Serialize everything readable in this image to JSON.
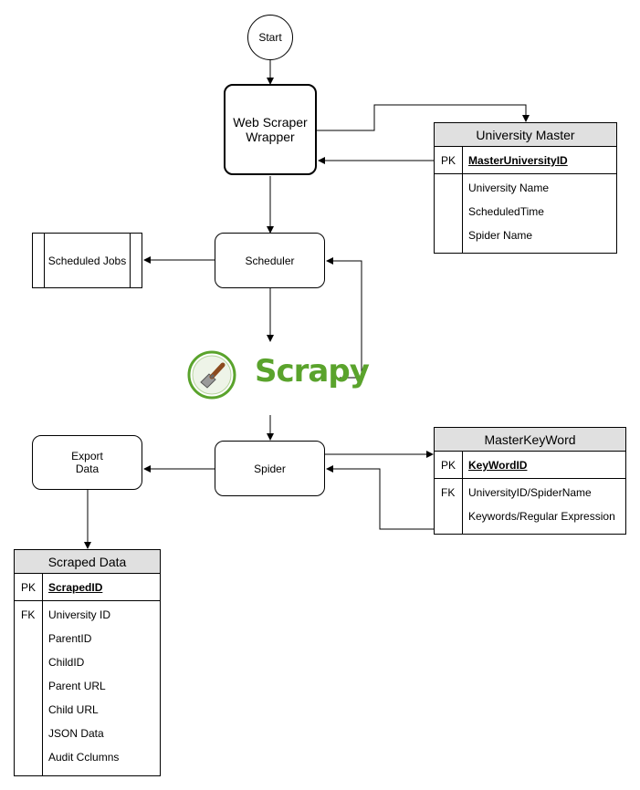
{
  "nodes": {
    "start": "Start",
    "wrapper": "Web Scraper\nWrapper",
    "scheduler": "Scheduler",
    "scheduled_jobs": "Scheduled Jobs",
    "spider": "Spider",
    "export_data": "Export\nData"
  },
  "logo": {
    "text": "Scrapy",
    "icon": "spatula-icon",
    "color": "#5aa32c"
  },
  "entities": {
    "university_master": {
      "title": "University Master",
      "pk_label": "PK",
      "pk_field": "MasterUniversityID",
      "fields": [
        {
          "key": "",
          "name": "University Name"
        },
        {
          "key": "",
          "name": "ScheduledTime"
        },
        {
          "key": "",
          "name": "Spider Name"
        }
      ]
    },
    "master_keyword": {
      "title": "MasterKeyWord",
      "pk_label": "PK",
      "pk_field": "KeyWordID",
      "fields": [
        {
          "key": "FK",
          "name": "UniversityID/SpiderName"
        },
        {
          "key": "",
          "name": "Keywords/Regular Expression"
        }
      ]
    },
    "scraped_data": {
      "title": "Scraped Data",
      "pk_label": "PK",
      "pk_field": "ScrapedID",
      "fields": [
        {
          "key": "FK",
          "name": "University ID"
        },
        {
          "key": "",
          "name": "ParentID"
        },
        {
          "key": "",
          "name": "ChildID"
        },
        {
          "key": "",
          "name": "Parent URL"
        },
        {
          "key": "",
          "name": "Child URL"
        },
        {
          "key": "",
          "name": "JSON Data"
        },
        {
          "key": "",
          "name": "Audit Cclumns"
        }
      ]
    }
  },
  "colors": {
    "header_fill": "#e0e0e0",
    "line": "#000000"
  }
}
